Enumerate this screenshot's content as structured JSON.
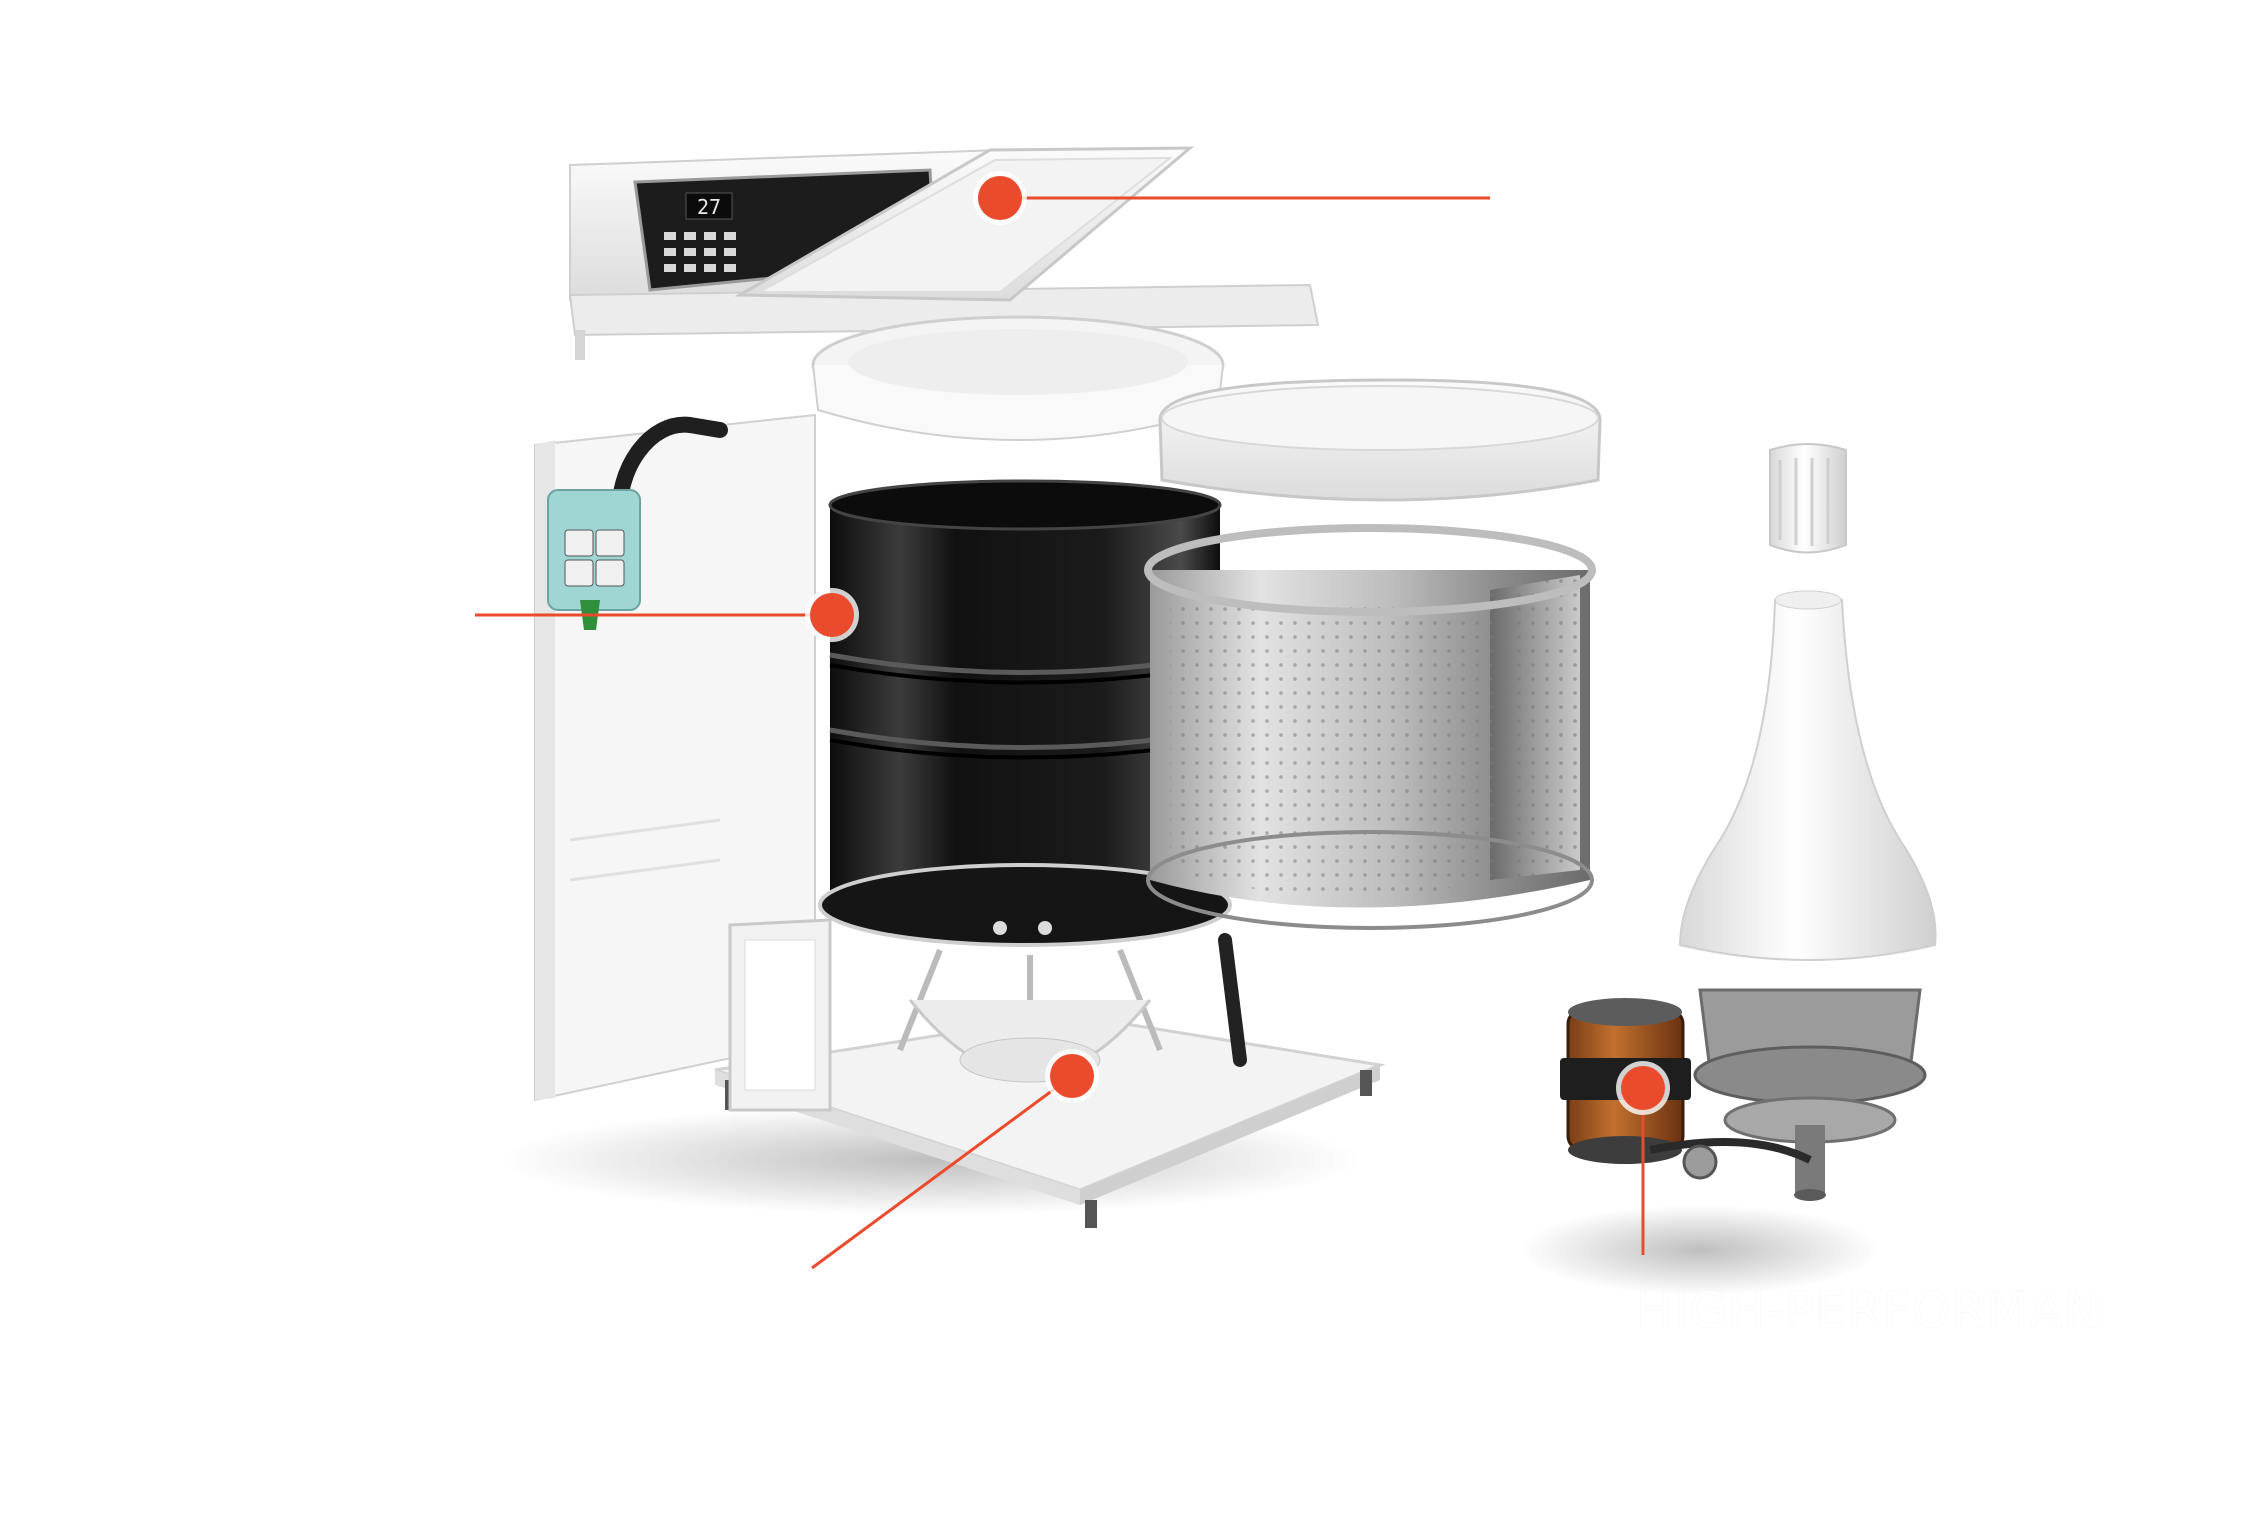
{
  "colors": {
    "accent": "#ea4b2c",
    "background": "#ffffff"
  },
  "control_panel": {
    "display_value": "27"
  },
  "labels": {
    "motor": "HIGH-PERFORMAN"
  },
  "hotspots": [
    {
      "name": "lid-hotspot"
    },
    {
      "name": "outer-tub-hotspot"
    },
    {
      "name": "suspension-hotspot"
    },
    {
      "name": "motor-hotspot"
    }
  ]
}
